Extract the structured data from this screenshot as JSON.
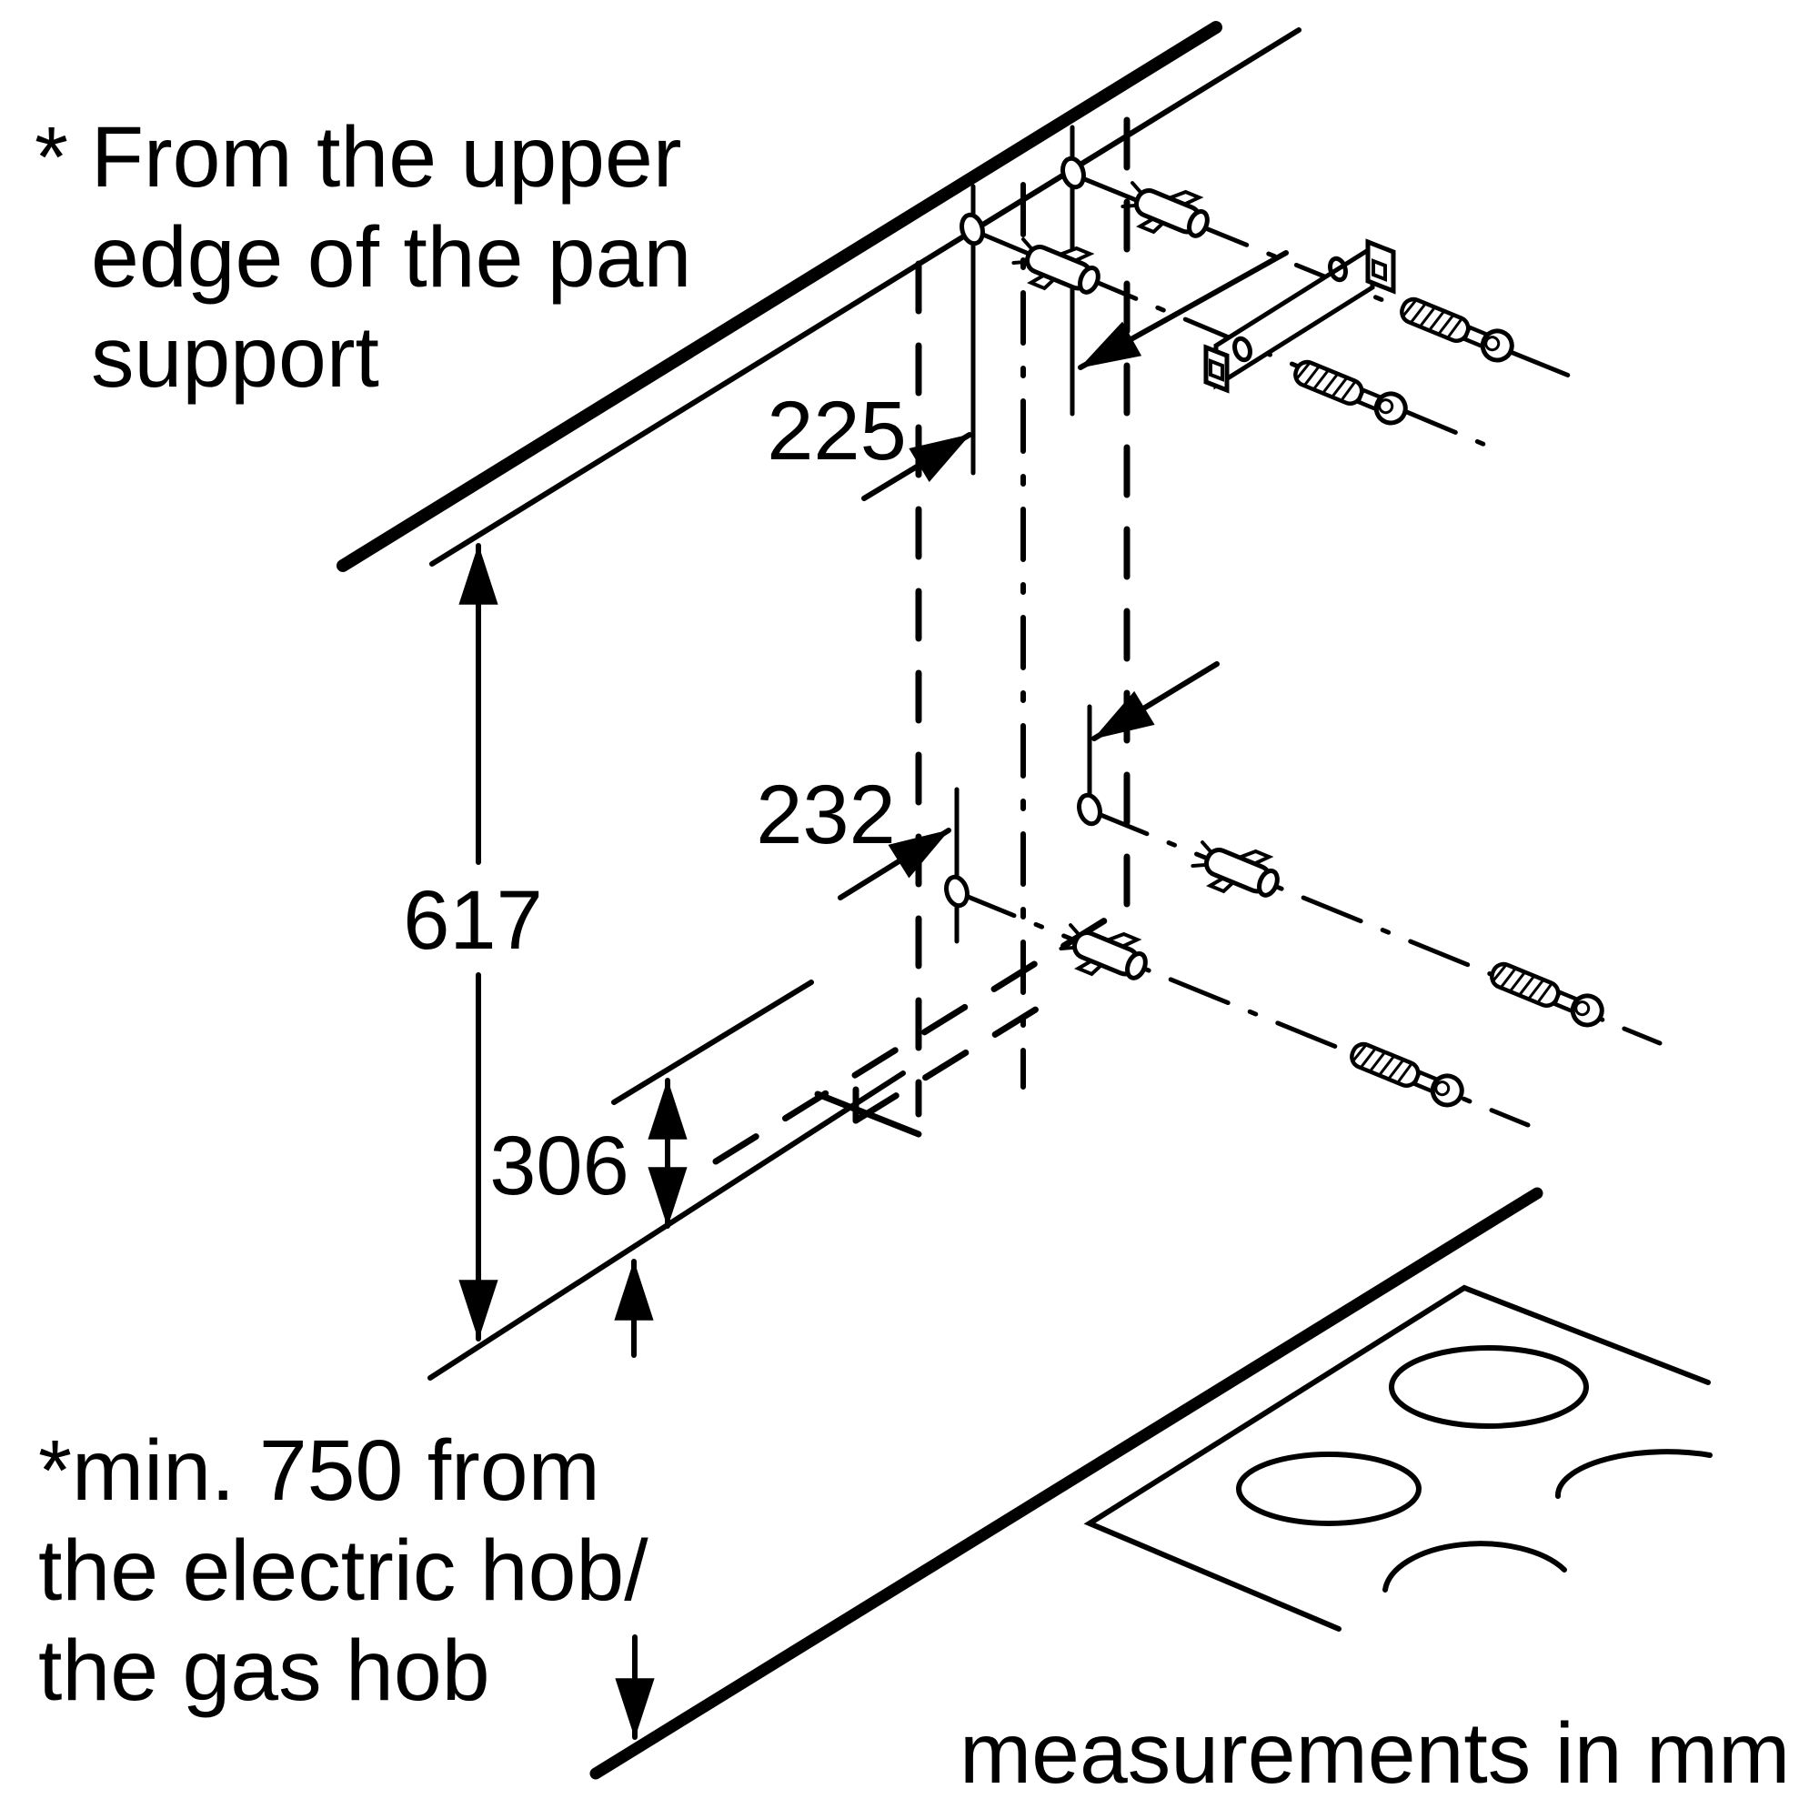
{
  "diagram_type": "appliance installation drawing (wall-mounted cooker hood)",
  "colors": {
    "ink": "#000000",
    "background": "#ffffff"
  },
  "notes": {
    "top": {
      "marker": "*",
      "lines": [
        "From the upper",
        "edge of the pan",
        "support"
      ]
    },
    "bottom": {
      "lines": [
        "*min. 750 from",
        "the electric hob/",
        "the gas hob"
      ]
    },
    "units": "measurements in mm"
  },
  "dimensions": {
    "upper_bracket_offset": "225",
    "lower_bracket_offset": "232",
    "total_height": "617",
    "lower_section_height": "306"
  },
  "parts": [
    "wall top edge",
    "wall bottom edge",
    "hood hidden outline",
    "centerline",
    "mounting holes",
    "wall plugs",
    "screws",
    "chimney mounting bracket",
    "hob with cooking zones"
  ]
}
